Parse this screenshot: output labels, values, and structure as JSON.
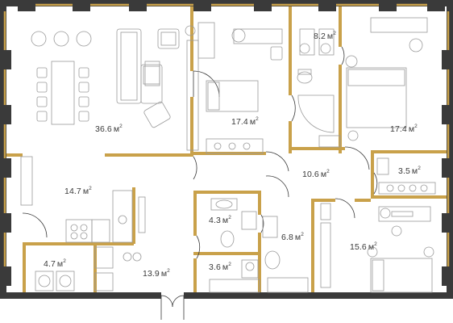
{
  "plan": {
    "unit": "м",
    "power": "2",
    "rooms": [
      {
        "id": "living",
        "area": "36.6"
      },
      {
        "id": "bedroom-1",
        "area": "17.4"
      },
      {
        "id": "bathroom-1",
        "area": "8.2"
      },
      {
        "id": "bedroom-2",
        "area": "17.4"
      },
      {
        "id": "kitchen",
        "area": "14.7"
      },
      {
        "id": "hall",
        "area": "10.6"
      },
      {
        "id": "wc-1",
        "area": "3.5"
      },
      {
        "id": "wc-2",
        "area": "4.3"
      },
      {
        "id": "corridor",
        "area": "6.8"
      },
      {
        "id": "utility",
        "area": "4.7"
      },
      {
        "id": "entrance",
        "area": "13.9"
      },
      {
        "id": "bathroom-2",
        "area": "3.6"
      },
      {
        "id": "bedroom-3",
        "area": "15.6"
      }
    ]
  },
  "colors": {
    "wall": "#3a3a3a",
    "accent": "#c9a14a",
    "furniture": "#9a9a9a",
    "text": "#3a3a3a"
  },
  "icons": [
    "sofa-icon",
    "armchair-icon",
    "dining-table-icon",
    "bed-icon",
    "bathtub-icon",
    "toilet-icon",
    "sink-icon",
    "stove-icon",
    "washing-machine-icon",
    "desk-icon",
    "door-icon"
  ]
}
